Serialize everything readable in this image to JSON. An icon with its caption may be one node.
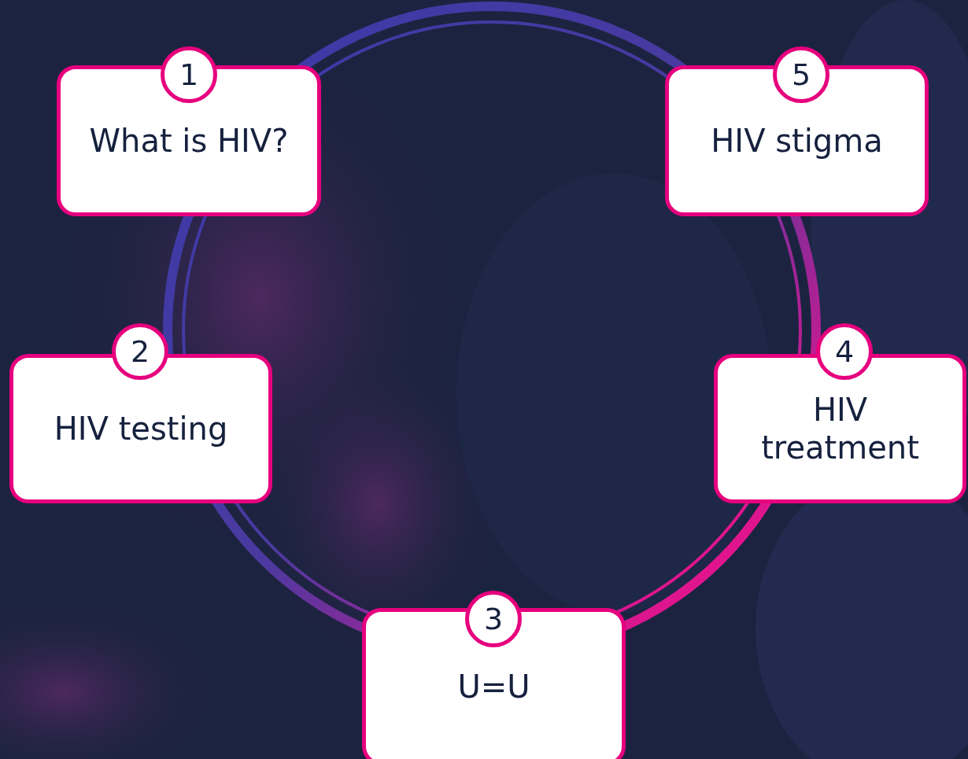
{
  "diagram": {
    "nodes": [
      {
        "text": [
          "What is HIV?"
        ]
      },
      {
        "text": [
          "1"
        ]
      },
      {
        "text": [
          "HIV testing"
        ]
      },
      {
        "text": [
          "2"
        ]
      },
      {
        "text": [
          "U=U"
        ]
      },
      {
        "text": [
          "3"
        ]
      },
      {
        "text": [
          "HIV treatment"
        ]
      },
      {
        "text": [
          "4"
        ]
      },
      {
        "text": [
          "HIV stigma"
        ]
      },
      {
        "text": [
          "5"
        ]
      }
    ]
  }
}
